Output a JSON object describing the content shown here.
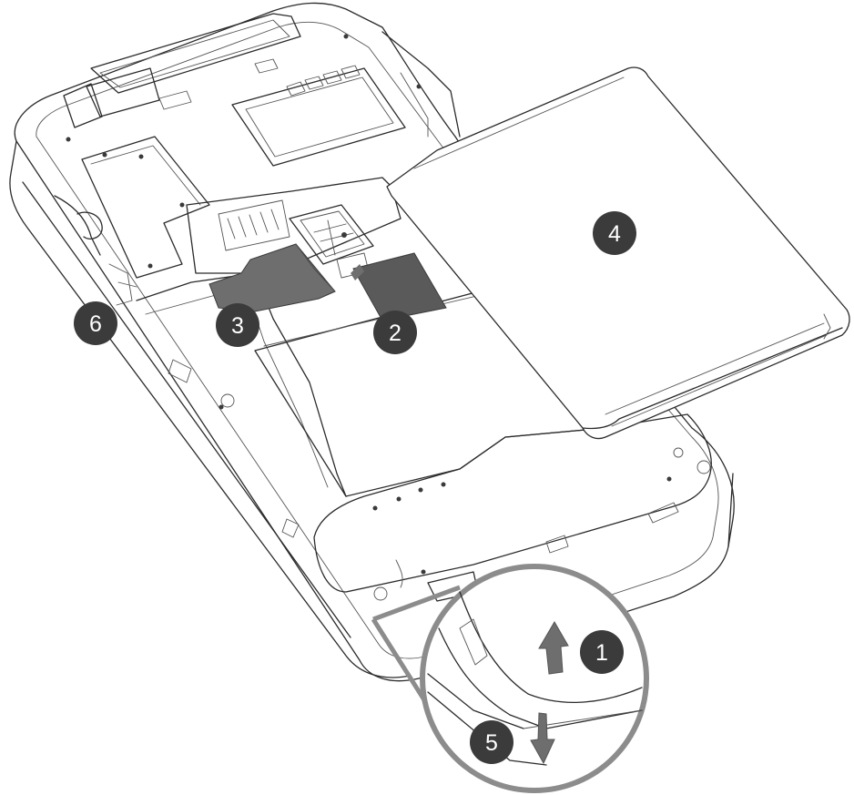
{
  "callouts": {
    "c1": "1",
    "c2": "2",
    "c3": "3",
    "c4": "4",
    "c5": "5",
    "c6": "6"
  },
  "colors": {
    "badge_fill": "#3b3b3b",
    "card_fill": "#5a5a5a",
    "card_fill_light": "#6e6e6e",
    "magnifier_ring": "#8c8c8c",
    "line": "#2b2b2b"
  },
  "icons": {
    "arrow_up": "up-arrow-icon",
    "arrow_down": "down-arrow-icon"
  }
}
